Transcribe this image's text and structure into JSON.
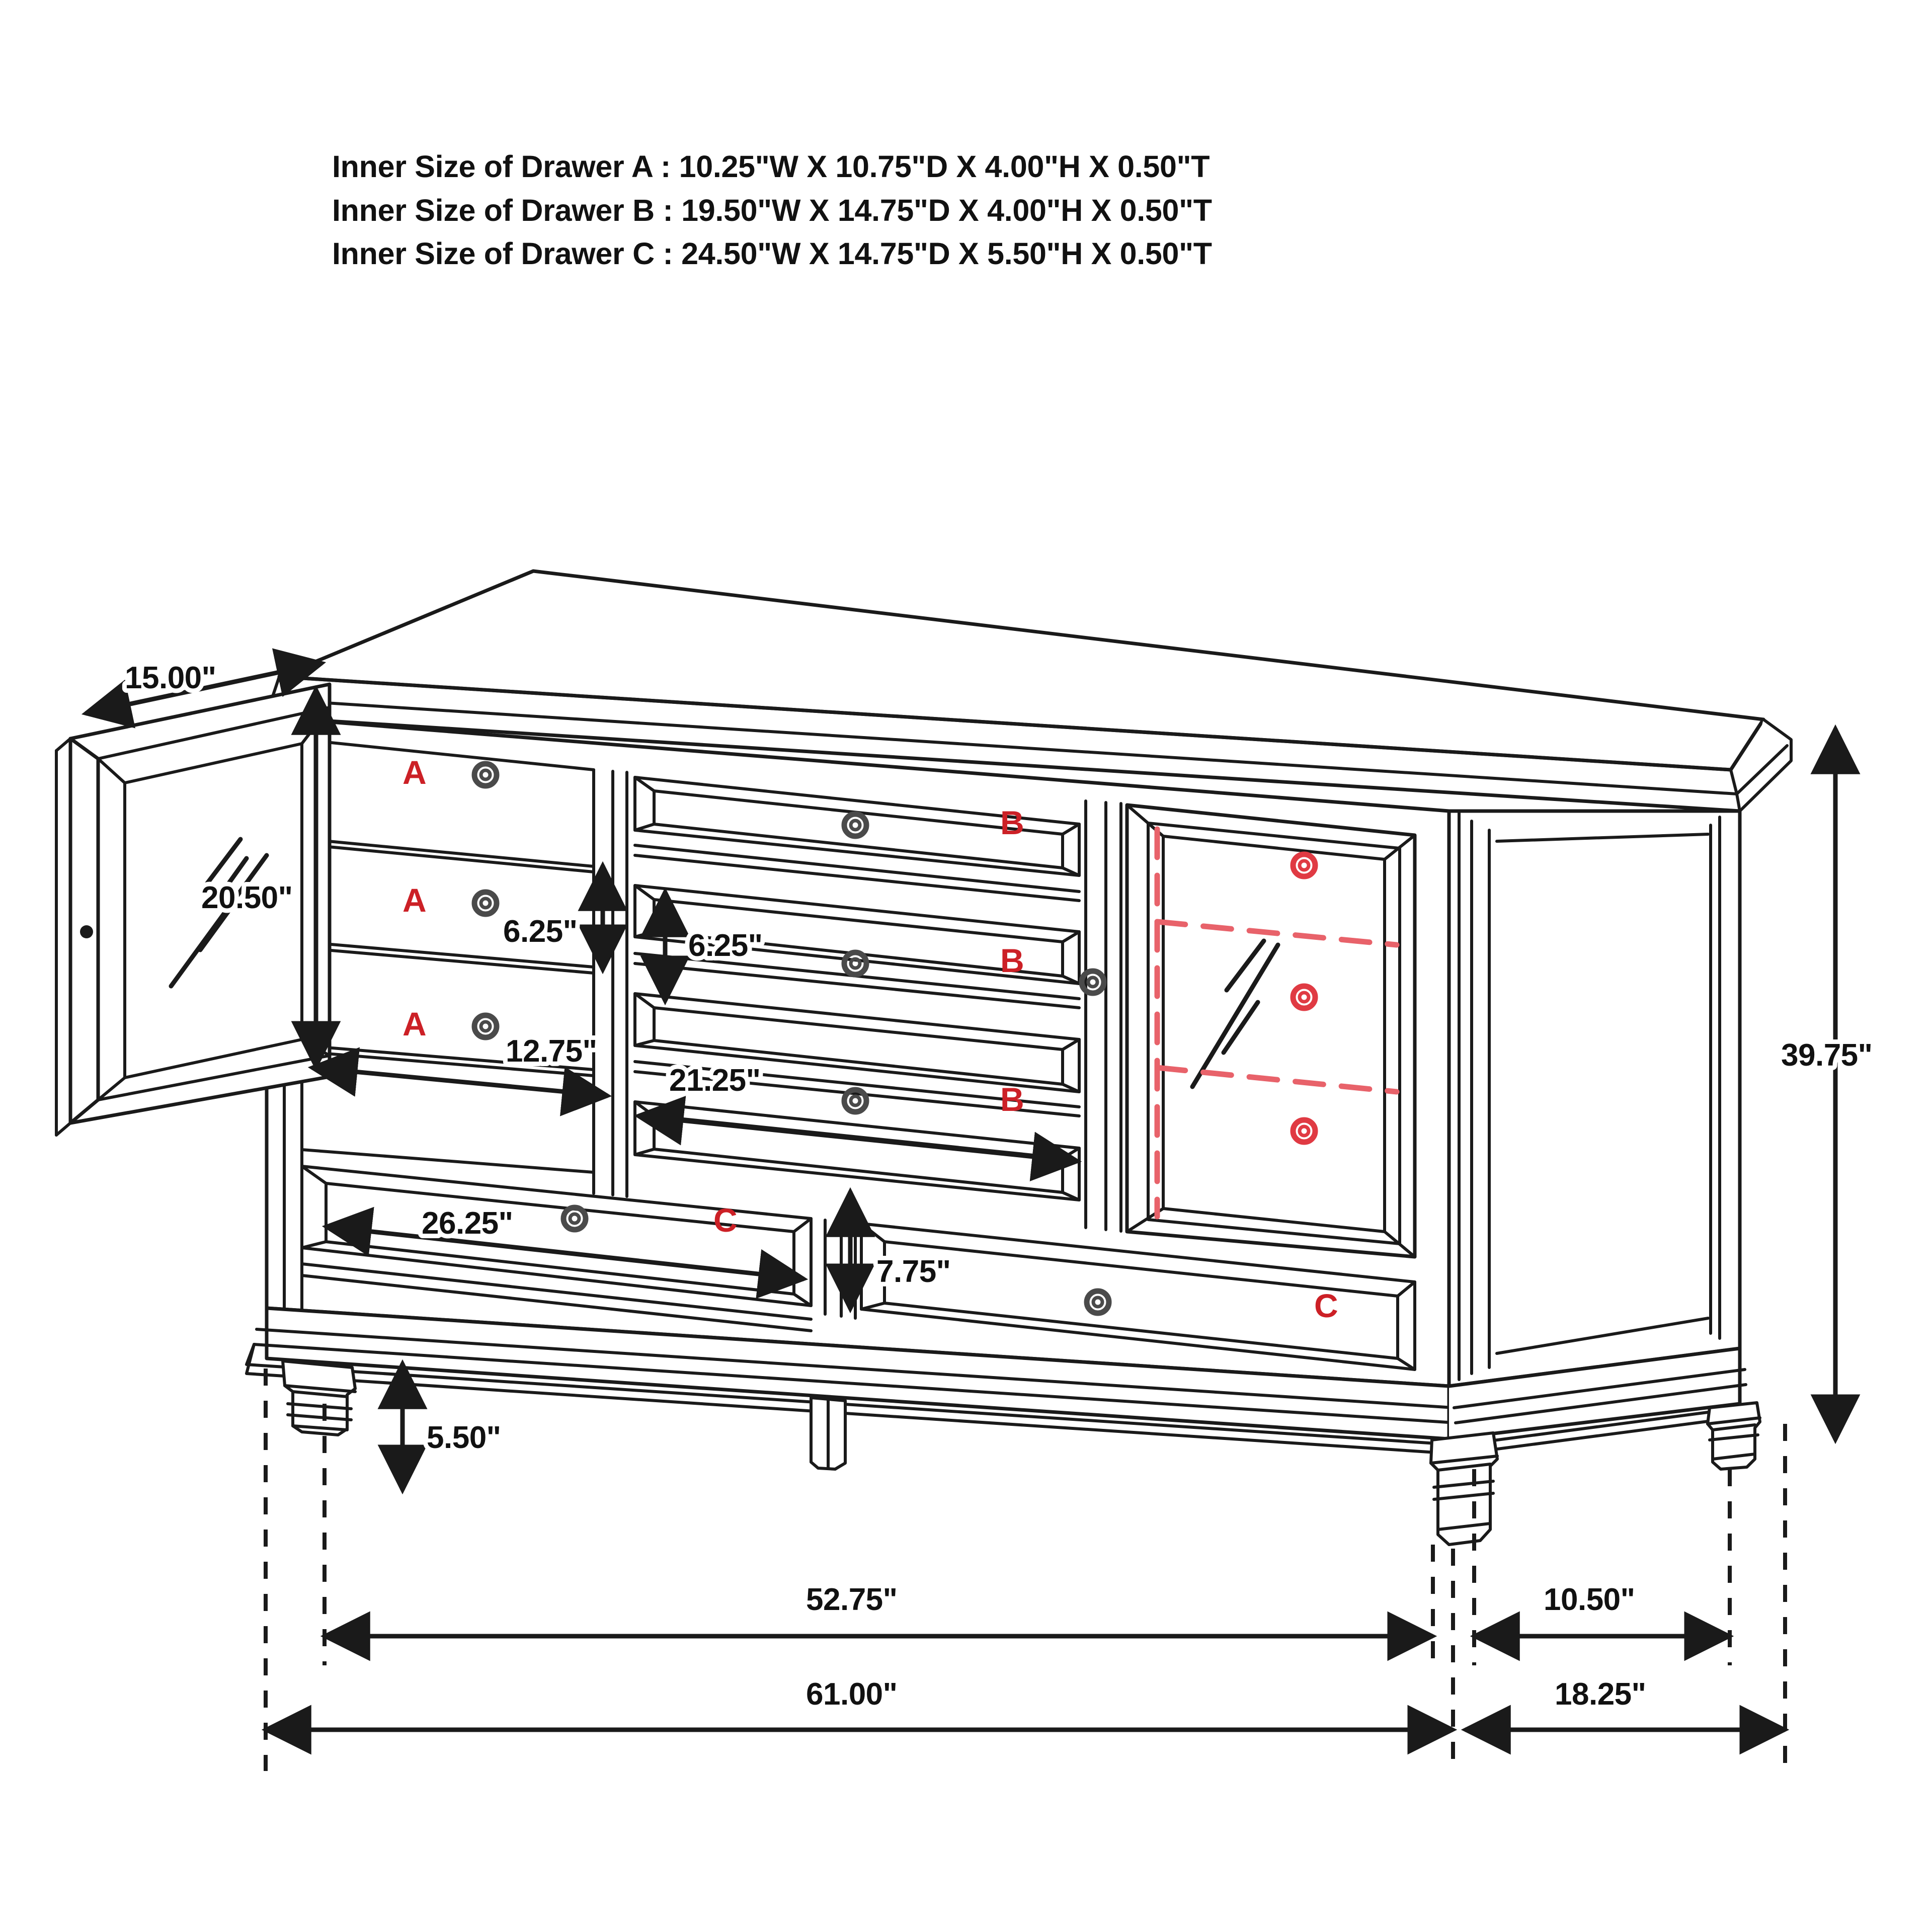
{
  "spec_notes": {
    "lines": [
      "Inner Size of Drawer A : 10.25\"W X 10.75\"D X 4.00\"H X 0.50\"T",
      "Inner Size of Drawer B : 19.50\"W X 14.75\"D X 4.00\"H X 0.50\"T",
      "Inner Size of Drawer C : 24.50\"W X 14.75\"D X 5.50\"H X 0.50\"T"
    ]
  },
  "colors": {
    "line": "#1a1a1a",
    "text": "#111111",
    "accent_red": "#cc2026",
    "hidden_red": "#e8626a",
    "knob_dark": "#555555",
    "background": "#ffffff"
  },
  "dimensions": {
    "door_width": "15.00\"",
    "door_height": "20.50\"",
    "drawer_a_height": "6.25\"",
    "drawer_b_height": "6.25\"",
    "drawer_a_width": "12.75\"",
    "drawer_b_width": "21.25\"",
    "drawer_c_width": "26.25\"",
    "drawer_c_height": "7.75\"",
    "leg_height": "5.50\"",
    "overall_height": "39.75\"",
    "case_width": "52.75\"",
    "overall_width": "61.00\"",
    "side_depth_inner": "10.50\"",
    "side_depth_overall": "18.25\""
  },
  "drawer_labels": {
    "a": "A",
    "b": "B",
    "c": "C"
  },
  "drawer_label_positions": {
    "a": [
      "A",
      "A",
      "A"
    ],
    "b": [
      "B",
      "B",
      "B"
    ],
    "c": [
      "C",
      "C"
    ]
  },
  "chart_data": {
    "type": "table",
    "title": "Dresser dimensional drawing",
    "rows": [
      {
        "label": "Inner Size of Drawer A",
        "w": "10.25\"",
        "d": "10.75\"",
        "h": "4.00\"",
        "t": "0.50\""
      },
      {
        "label": "Inner Size of Drawer B",
        "w": "19.50\"",
        "d": "14.75\"",
        "h": "4.00\"",
        "t": "0.50\""
      },
      {
        "label": "Inner Size of Drawer C",
        "w": "24.50\"",
        "d": "14.75\"",
        "h": "5.50\"",
        "t": "0.50\""
      }
    ],
    "callouts": [
      {
        "name": "door-width",
        "value": "15.00\""
      },
      {
        "name": "door-height",
        "value": "20.50\""
      },
      {
        "name": "drawer-a-height",
        "value": "6.25\""
      },
      {
        "name": "drawer-b-height",
        "value": "6.25\""
      },
      {
        "name": "drawer-a-width",
        "value": "12.75\""
      },
      {
        "name": "drawer-b-width",
        "value": "21.25\""
      },
      {
        "name": "drawer-c-width",
        "value": "26.25\""
      },
      {
        "name": "drawer-c-height",
        "value": "7.75\""
      },
      {
        "name": "leg-height",
        "value": "5.50\""
      },
      {
        "name": "overall-height",
        "value": "39.75\""
      },
      {
        "name": "case-width",
        "value": "52.75\""
      },
      {
        "name": "overall-width",
        "value": "61.00\""
      },
      {
        "name": "side-depth-inner",
        "value": "10.50\""
      },
      {
        "name": "side-depth-overall",
        "value": "18.25\""
      }
    ]
  }
}
